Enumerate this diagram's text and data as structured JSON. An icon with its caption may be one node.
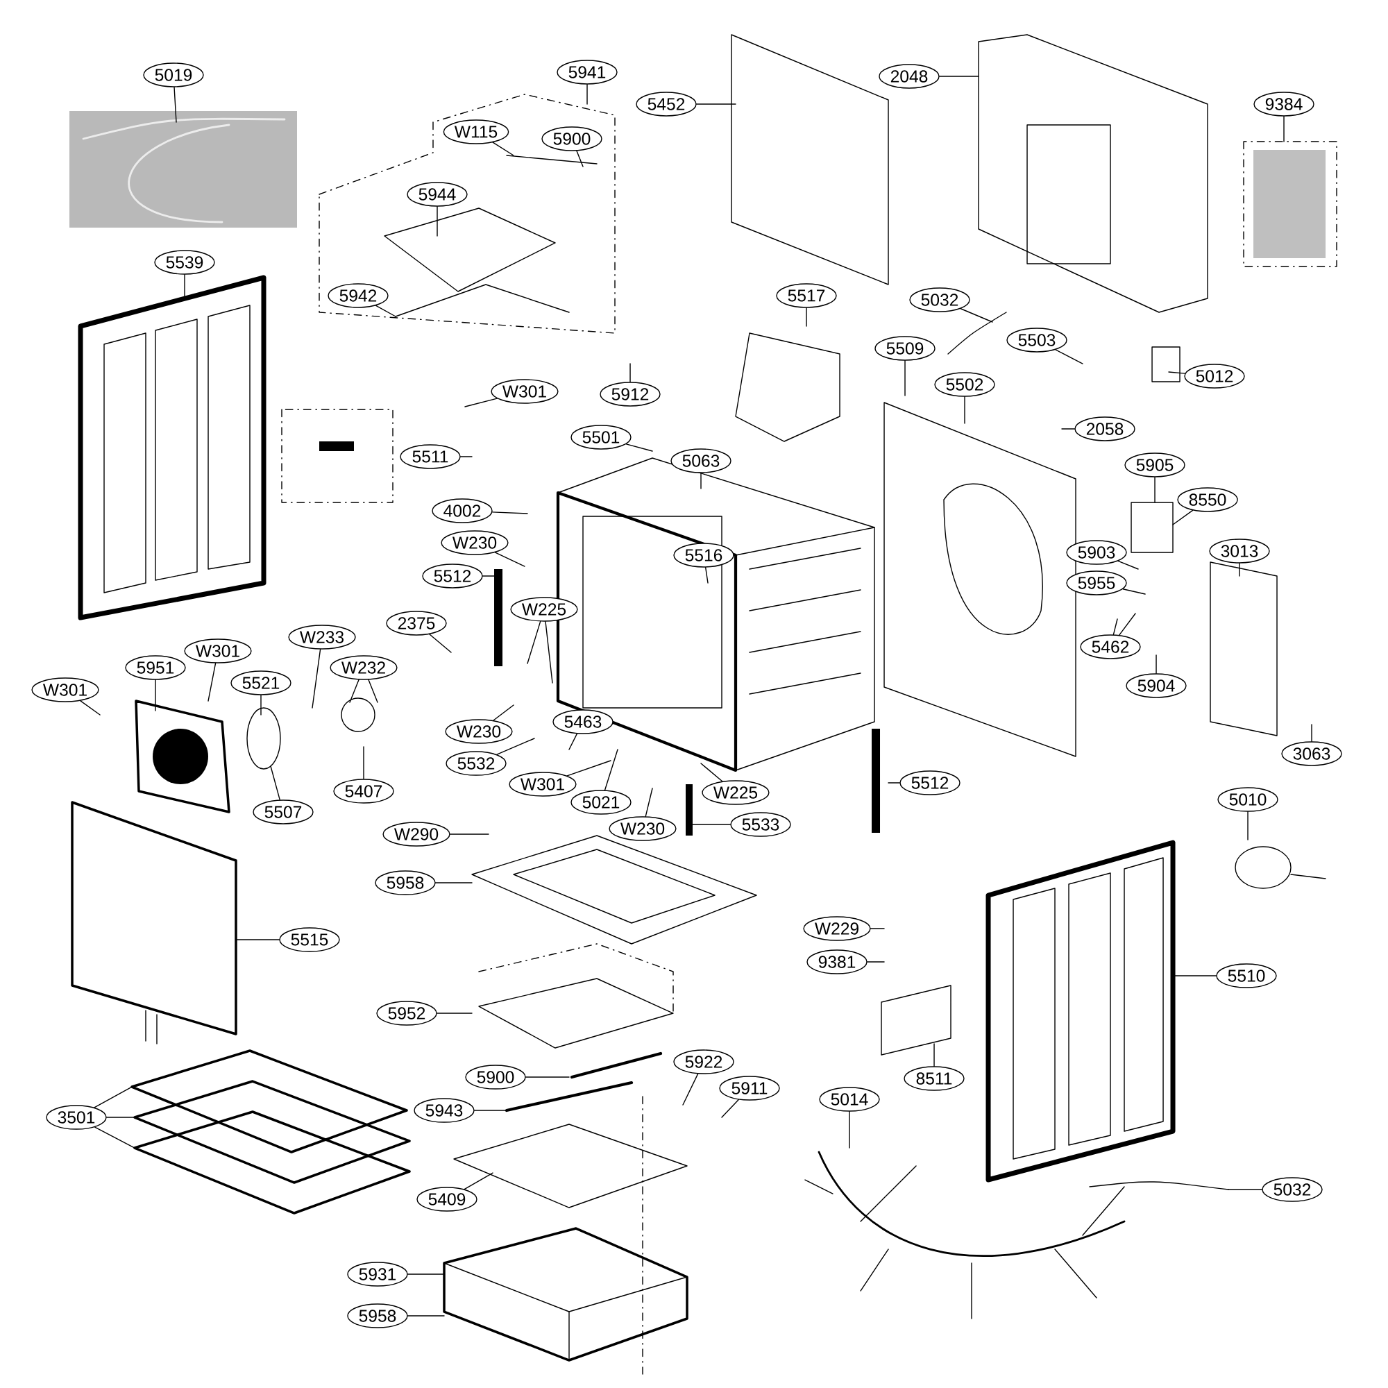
{
  "diagram": {
    "nodes": [
      {
        "text": [
          "5019"
        ]
      },
      {
        "text": [
          "5941"
        ]
      },
      {
        "text": [
          "5452"
        ]
      },
      {
        "text": [
          "2048"
        ]
      },
      {
        "text": [
          "9384"
        ]
      },
      {
        "text": [
          "W115"
        ]
      },
      {
        "text": [
          "5900"
        ]
      },
      {
        "text": [
          "5944"
        ]
      },
      {
        "text": [
          "5539"
        ]
      },
      {
        "text": [
          "5942"
        ]
      },
      {
        "text": [
          "5517"
        ]
      },
      {
        "text": [
          "5032"
        ]
      },
      {
        "text": [
          "5509"
        ]
      },
      {
        "text": [
          "5503"
        ]
      },
      {
        "text": [
          "5012"
        ]
      },
      {
        "text": [
          "W301"
        ]
      },
      {
        "text": [
          "5912"
        ]
      },
      {
        "text": [
          "5502"
        ]
      },
      {
        "text": [
          "2058"
        ]
      },
      {
        "text": [
          "5501"
        ]
      },
      {
        "text": [
          "5511"
        ]
      },
      {
        "text": [
          "5063"
        ]
      },
      {
        "text": [
          "5905"
        ]
      },
      {
        "text": [
          "8550"
        ]
      },
      {
        "text": [
          "4002"
        ]
      },
      {
        "text": [
          "W230"
        ]
      },
      {
        "text": [
          "5516"
        ]
      },
      {
        "text": [
          "3013"
        ]
      },
      {
        "text": [
          "5903"
        ]
      },
      {
        "text": [
          "5512"
        ]
      },
      {
        "text": [
          "5955"
        ]
      },
      {
        "text": [
          "W225"
        ]
      },
      {
        "text": [
          "2375"
        ]
      },
      {
        "text": [
          "5462"
        ]
      },
      {
        "text": [
          "W233"
        ]
      },
      {
        "text": [
          "W232"
        ]
      },
      {
        "text": [
          "5951"
        ]
      },
      {
        "text": [
          "W301"
        ]
      },
      {
        "text": [
          "5521"
        ]
      },
      {
        "text": [
          "W301"
        ]
      },
      {
        "text": [
          "5904"
        ]
      },
      {
        "text": [
          "3063"
        ]
      },
      {
        "text": [
          "5463"
        ]
      },
      {
        "text": [
          "W230"
        ]
      },
      {
        "text": [
          "5532"
        ]
      },
      {
        "text": [
          "W301"
        ]
      },
      {
        "text": [
          "5021"
        ]
      },
      {
        "text": [
          "W225"
        ]
      },
      {
        "text": [
          "5512"
        ]
      },
      {
        "text": [
          "W230"
        ]
      },
      {
        "text": [
          "5533"
        ]
      },
      {
        "text": [
          "5507"
        ]
      },
      {
        "text": [
          "5407"
        ]
      },
      {
        "text": [
          "5010"
        ]
      },
      {
        "text": [
          "W290"
        ]
      },
      {
        "text": [
          "5958"
        ]
      },
      {
        "text": [
          "5515"
        ]
      },
      {
        "text": [
          "W229"
        ]
      },
      {
        "text": [
          "9381"
        ]
      },
      {
        "text": [
          "5510"
        ]
      },
      {
        "text": [
          "5952"
        ]
      },
      {
        "text": [
          "8511"
        ]
      },
      {
        "text": [
          "5922"
        ]
      },
      {
        "text": [
          "5900"
        ]
      },
      {
        "text": [
          "5911"
        ]
      },
      {
        "text": [
          "3501"
        ]
      },
      {
        "text": [
          "5943"
        ]
      },
      {
        "text": [
          "5014"
        ]
      },
      {
        "text": [
          "5409"
        ]
      },
      {
        "text": [
          "5032"
        ]
      },
      {
        "text": [
          "5931"
        ]
      },
      {
        "text": [
          "5958"
        ]
      }
    ],
    "edges": [
      {
        "from": 0,
        "to": null,
        "arrow": "none"
      },
      {
        "from": 1,
        "to": null,
        "arrow": "none"
      },
      {
        "from": 2,
        "to": null,
        "arrow": "none"
      },
      {
        "from": 3,
        "to": null,
        "arrow": "none"
      },
      {
        "from": 4,
        "to": null,
        "arrow": "none"
      },
      {
        "from": 5,
        "to": null,
        "arrow": "none"
      },
      {
        "from": 6,
        "to": null,
        "arrow": "none"
      },
      {
        "from": 7,
        "to": null,
        "arrow": "none"
      },
      {
        "from": 8,
        "to": null,
        "arrow": "none"
      },
      {
        "from": 9,
        "to": null,
        "arrow": "none"
      },
      {
        "from": 10,
        "to": null,
        "arrow": "none"
      },
      {
        "from": 11,
        "to": null,
        "arrow": "none"
      },
      {
        "from": 12,
        "to": null,
        "arrow": "none"
      },
      {
        "from": 13,
        "to": null,
        "arrow": "none"
      },
      {
        "from": 14,
        "to": null,
        "arrow": "none"
      },
      {
        "from": 15,
        "to": null,
        "arrow": "none"
      },
      {
        "from": 16,
        "to": null,
        "arrow": "none"
      },
      {
        "from": 17,
        "to": null,
        "arrow": "none"
      },
      {
        "from": 18,
        "to": null,
        "arrow": "none"
      },
      {
        "from": 19,
        "to": null,
        "arrow": "none"
      },
      {
        "from": 20,
        "to": null,
        "arrow": "none"
      },
      {
        "from": 21,
        "to": null,
        "arrow": "none"
      },
      {
        "from": 22,
        "to": null,
        "arrow": "none"
      },
      {
        "from": 23,
        "to": null,
        "arrow": "none"
      },
      {
        "from": 24,
        "to": null,
        "arrow": "none"
      },
      {
        "from": 25,
        "to": null,
        "arrow": "none"
      },
      {
        "from": 26,
        "to": null,
        "arrow": "none"
      },
      {
        "from": 27,
        "to": null,
        "arrow": "none"
      },
      {
        "from": 28,
        "to": null,
        "arrow": "none"
      },
      {
        "from": 29,
        "to": null,
        "arrow": "none"
      },
      {
        "from": 30,
        "to": null,
        "arrow": "none"
      },
      {
        "from": 31,
        "to": null,
        "arrow": "none"
      },
      {
        "from": 31,
        "to": null,
        "arrow": "none"
      },
      {
        "from": 32,
        "to": null,
        "arrow": "none"
      },
      {
        "from": 33,
        "to": null,
        "arrow": "none"
      },
      {
        "from": 33,
        "to": null,
        "arrow": "none"
      },
      {
        "from": 34,
        "to": null,
        "arrow": "none"
      },
      {
        "from": 35,
        "to": null,
        "arrow": "none"
      },
      {
        "from": 35,
        "to": null,
        "arrow": "none"
      },
      {
        "from": 36,
        "to": null,
        "arrow": "none"
      },
      {
        "from": 37,
        "to": null,
        "arrow": "none"
      },
      {
        "from": 38,
        "to": null,
        "arrow": "none"
      },
      {
        "from": 39,
        "to": null,
        "arrow": "none"
      },
      {
        "from": 40,
        "to": null,
        "arrow": "none"
      },
      {
        "from": 41,
        "to": null,
        "arrow": "none"
      },
      {
        "from": 42,
        "to": null,
        "arrow": "none"
      },
      {
        "from": 43,
        "to": null,
        "arrow": "none"
      },
      {
        "from": 44,
        "to": null,
        "arrow": "none"
      },
      {
        "from": 45,
        "to": null,
        "arrow": "none"
      },
      {
        "from": 46,
        "to": null,
        "arrow": "none"
      },
      {
        "from": 47,
        "to": null,
        "arrow": "none"
      },
      {
        "from": 48,
        "to": null,
        "arrow": "none"
      },
      {
        "from": 49,
        "to": null,
        "arrow": "none"
      },
      {
        "from": 50,
        "to": null,
        "arrow": "none"
      },
      {
        "from": 51,
        "to": null,
        "arrow": "none"
      },
      {
        "from": 52,
        "to": null,
        "arrow": "none"
      },
      {
        "from": 53,
        "to": null,
        "arrow": "none"
      },
      {
        "from": 54,
        "to": null,
        "arrow": "none"
      },
      {
        "from": 55,
        "to": null,
        "arrow": "none"
      },
      {
        "from": 56,
        "to": null,
        "arrow": "none"
      },
      {
        "from": 57,
        "to": null,
        "arrow": "none"
      },
      {
        "from": 58,
        "to": null,
        "arrow": "none"
      },
      {
        "from": 59,
        "to": null,
        "arrow": "none"
      },
      {
        "from": 60,
        "to": null,
        "arrow": "none"
      },
      {
        "from": 61,
        "to": null,
        "arrow": "none"
      },
      {
        "from": 62,
        "to": null,
        "arrow": "none"
      },
      {
        "from": 63,
        "to": null,
        "arrow": "none"
      },
      {
        "from": 64,
        "to": null,
        "arrow": "none"
      },
      {
        "from": 65,
        "to": null,
        "arrow": "none"
      },
      {
        "from": 65,
        "to": null,
        "arrow": "none"
      },
      {
        "from": 65,
        "to": null,
        "arrow": "none"
      },
      {
        "from": 66,
        "to": null,
        "arrow": "none"
      },
      {
        "from": 67,
        "to": null,
        "arrow": "none"
      },
      {
        "from": 68,
        "to": null,
        "arrow": "none"
      },
      {
        "from": 69,
        "to": null,
        "arrow": "none"
      },
      {
        "from": 70,
        "to": null,
        "arrow": "none"
      },
      {
        "from": 71,
        "to": null,
        "arrow": "none"
      }
    ]
  }
}
